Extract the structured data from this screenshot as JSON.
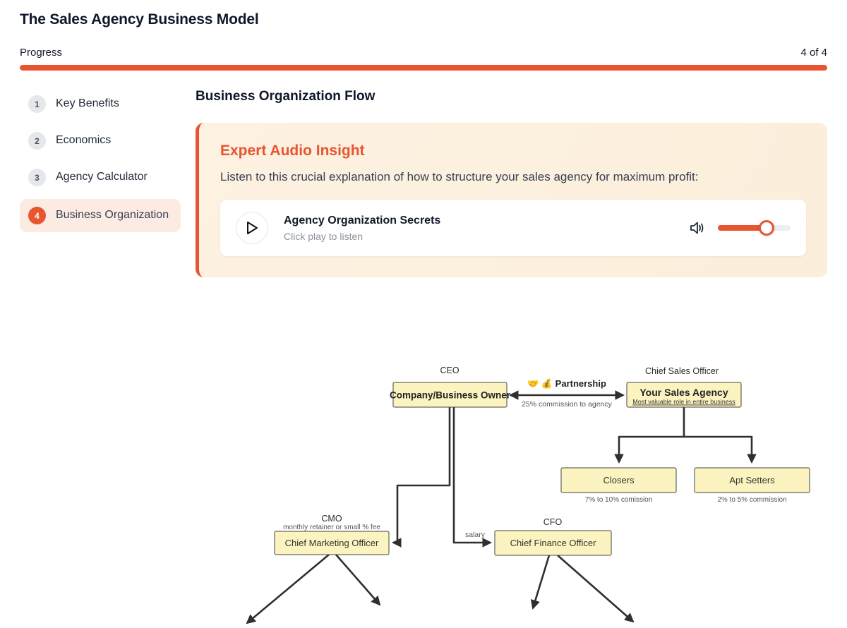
{
  "header": {
    "title": "The Sales Agency Business Model",
    "progress_label": "Progress",
    "progress_value": "4 of 4",
    "progress_percent": 100,
    "accent_color": "#e8552e"
  },
  "sidebar": {
    "items": [
      {
        "num": "1",
        "label": "Key Benefits",
        "active": false
      },
      {
        "num": "2",
        "label": "Economics",
        "active": false
      },
      {
        "num": "3",
        "label": "Agency Calculator",
        "active": false
      },
      {
        "num": "4",
        "label": "Business Organization",
        "active": true
      }
    ]
  },
  "main": {
    "heading": "Business Organization Flow",
    "audio_card": {
      "title": "Expert Audio Insight",
      "description": "Listen to this crucial explanation of how to structure your sales agency for maximum profit:",
      "player": {
        "play_icon": "play-triangle",
        "track_title": "Agency Organization Secrets",
        "subtitle": "Click play to listen",
        "volume_icon": "speaker-with-waves",
        "volume_percent": 67
      }
    }
  },
  "diagram": {
    "ceo_title": "CEO",
    "ceo_box": "Company/Business Owner",
    "partnership_label": "🤝 💰 Partnership",
    "partnership_sublabel": "25% commission to agency",
    "cso_title": "Chief Sales Officer",
    "cso_box": "Your Sales Agency",
    "cso_note": "Most valuable role in entire business",
    "closers_box": "Closers",
    "closers_note": "7% to 10% comission",
    "apt_setters_box": "Apt Setters",
    "apt_setters_note": "2% to 5% commission",
    "cmo_title": "CMO",
    "cmo_sublabel": "monthly retainer or small % fee",
    "cmo_box": "Chief Marketing Officer",
    "cfo_title": "CFO",
    "cfo_box": "Chief Finance Officer",
    "salary_label": "salary",
    "colors": {
      "node_fill": "#fbf4c1",
      "node_border": "#45453a",
      "arrow": "#2f2f2f"
    }
  }
}
